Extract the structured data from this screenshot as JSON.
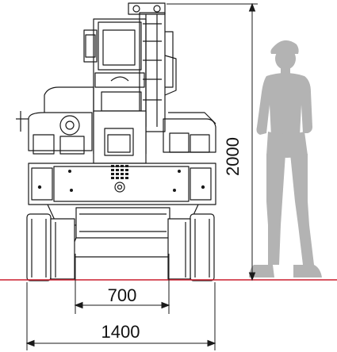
{
  "dimensions": {
    "height_label": "2000",
    "inner_width_label": "700",
    "outer_width_label": "1400"
  },
  "colors": {
    "ground_line": "#cc1f2f",
    "silhouette": "#b0b0b0",
    "linework": "#1a1a1a"
  }
}
